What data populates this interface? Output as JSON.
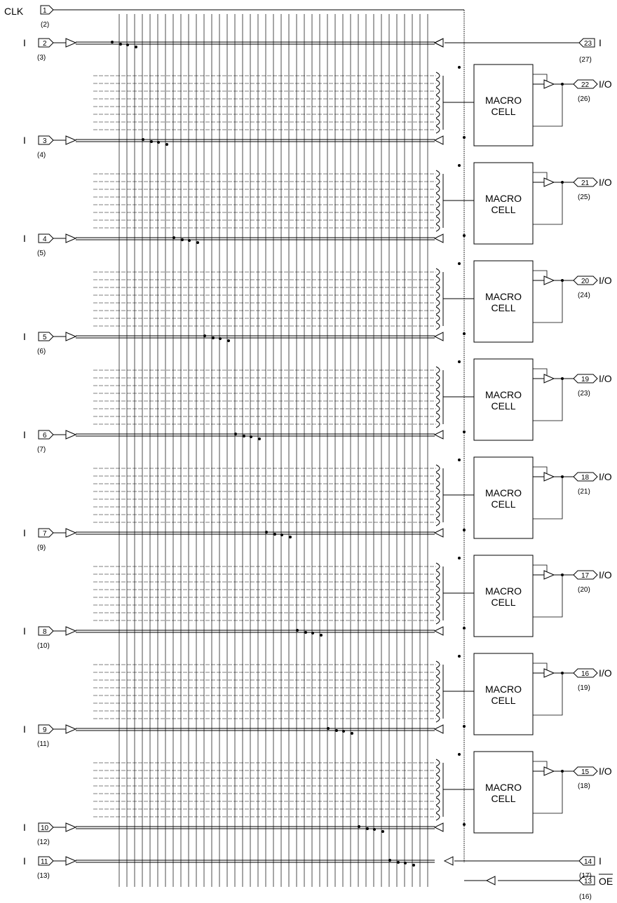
{
  "clock": {
    "label": "CLK",
    "pin": "1",
    "alt": "(2)"
  },
  "inputs": [
    {
      "label": "I",
      "pin": "2",
      "alt": "(3)"
    },
    {
      "label": "I",
      "pin": "3",
      "alt": "(4)"
    },
    {
      "label": "I",
      "pin": "4",
      "alt": "(5)"
    },
    {
      "label": "I",
      "pin": "5",
      "alt": "(6)"
    },
    {
      "label": "I",
      "pin": "6",
      "alt": "(7)"
    },
    {
      "label": "I",
      "pin": "7",
      "alt": "(9)"
    },
    {
      "label": "I",
      "pin": "8",
      "alt": "(10)"
    },
    {
      "label": "I",
      "pin": "9",
      "alt": "(11)"
    },
    {
      "label": "I",
      "pin": "10",
      "alt": "(12)"
    },
    {
      "label": "I",
      "pin": "11",
      "alt": "(13)"
    }
  ],
  "macrocells": [
    {
      "line1": "MACRO",
      "line2": "CELL",
      "pin": "22",
      "label": "I/O",
      "alt": "(26)"
    },
    {
      "line1": "MACRO",
      "line2": "CELL",
      "pin": "21",
      "label": "I/O",
      "alt": "(25)"
    },
    {
      "line1": "MACRO",
      "line2": "CELL",
      "pin": "20",
      "label": "I/O",
      "alt": "(24)"
    },
    {
      "line1": "MACRO",
      "line2": "CELL",
      "pin": "19",
      "label": "I/O",
      "alt": "(23)"
    },
    {
      "line1": "MACRO",
      "line2": "CELL",
      "pin": "18",
      "label": "I/O",
      "alt": "(21)"
    },
    {
      "line1": "MACRO",
      "line2": "CELL",
      "pin": "17",
      "label": "I/O",
      "alt": "(20)"
    },
    {
      "line1": "MACRO",
      "line2": "CELL",
      "pin": "16",
      "label": "I/O",
      "alt": "(19)"
    },
    {
      "line1": "MACRO",
      "line2": "CELL",
      "pin": "15",
      "label": "I/O",
      "alt": "(18)"
    }
  ],
  "right_inputs": [
    {
      "pin": "23",
      "label": "I",
      "alt": "(27)"
    },
    {
      "pin": "14",
      "label": "I",
      "alt": "(17)"
    },
    {
      "pin": "13",
      "label": "OE",
      "alt": "(16)"
    }
  ]
}
